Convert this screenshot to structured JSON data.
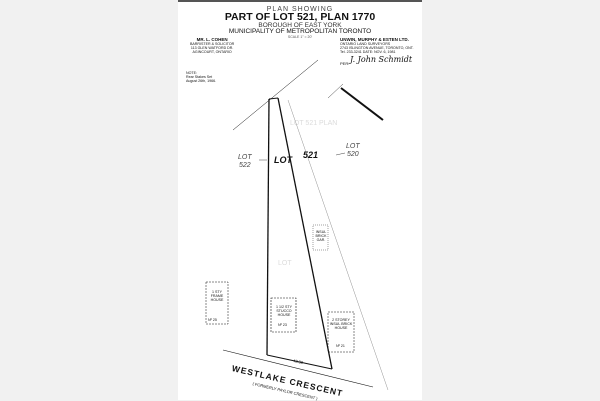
{
  "header": {
    "pre_title": "PLAN SHOWING",
    "title": "PART OF LOT 521, PLAN 1770",
    "borough": "BOROUGH OF EAST YORK",
    "municipality": "MUNICIPALITY OF METROPOLITAN TORONTO",
    "scale": "SCALE 1\" = 20'"
  },
  "client": {
    "name": "MR. L. COHEN",
    "line1": "BARRISTER & SOLICITOR",
    "line2": "113 GLEN WATFORD DR.",
    "line3": "AGINCOURT, ONTARIO"
  },
  "surveyor": {
    "name": "UNWIN, MURPHY & ESTEN LTD.",
    "line1": "ONTARIO LAND SURVEYORS",
    "line2": "2743 ISLINGTON AVENUE, TORONTO, ONT.",
    "line3": "Tel. 233-3241   DATE: NOV. 6, 1981"
  },
  "signature": {
    "label": "PER:",
    "name": "J. John Schmidt"
  },
  "note": {
    "label": "NOTE:",
    "line1": "Rear Stakes Set",
    "line2": "August 26th, 1966."
  },
  "plan": {
    "lot_label": "LOT",
    "lot_number": "521",
    "lot_left": "LOT",
    "lot_left_num": "522",
    "lot_right": "LOT",
    "lot_right_num": "520",
    "house_main": "1 1/2 STY STUCCO HOUSE",
    "house_main_no": "Nº 23",
    "house_left": "1 STY FRAME HOUSE",
    "house_left_no": "Nº 25",
    "house_right": "2 STOREY INSUL BRICK HOUSE",
    "house_right_no": "Nº 21",
    "garage": "INSUL BRICK GAR.",
    "frontage": "43.33",
    "street": "WESTLAKE CRESCENT",
    "street_former": "( FORMERLY PAYLOR CRESCENT )"
  }
}
